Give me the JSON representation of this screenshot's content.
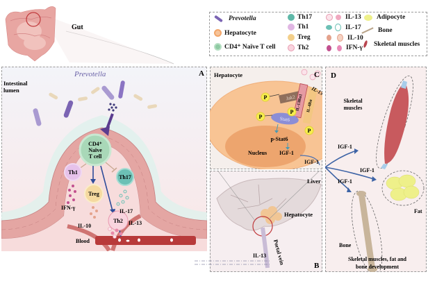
{
  "gut_label": "Gut",
  "legend": {
    "items": [
      {
        "name": "prevotella",
        "label": "Prevotella",
        "color": "#7b64b3",
        "italic": true
      },
      {
        "name": "hepatocyte",
        "label": "Hepatocyte",
        "color": "#f2a66a"
      },
      {
        "name": "cd4-naive",
        "label": "CD4⁺ Naïve T cell",
        "color": "#8fcaa3"
      },
      {
        "name": "th17",
        "label": "Th17",
        "color": "#5fb8a8"
      },
      {
        "name": "th1",
        "label": "Th1",
        "color": "#d9a6dd"
      },
      {
        "name": "treg",
        "label": "Treg",
        "color": "#f3cf8a"
      },
      {
        "name": "th2",
        "label": "Th2",
        "color": "#f4b7c7"
      },
      {
        "name": "il13",
        "label": "IL-13",
        "color": "#f0a8c0"
      },
      {
        "name": "il17",
        "label": "IL-17",
        "color": "#6cc0b5"
      },
      {
        "name": "il10",
        "label": "IL-10",
        "color": "#e4a28c"
      },
      {
        "name": "ifng",
        "label": "IFN-γ",
        "color": "#c2508f"
      },
      {
        "name": "adipocyte",
        "label": "Adipocyte",
        "color": "#eef08a"
      },
      {
        "name": "bone",
        "label": "Bone",
        "color": "#b9a48a"
      },
      {
        "name": "skeletal",
        "label": "Skeletal muscles",
        "color": "#b8454f"
      }
    ]
  },
  "panelA": {
    "letter": "A",
    "lumen_label": "Intestinal\nlumen",
    "lumen_line1": "Intestinal",
    "lumen_line2": "lumen",
    "prevotella_label": "Prevotella",
    "cd4_line1": "CD4⁺",
    "cd4_line2": "Naïve",
    "cd4_line3": "T cell",
    "th1": "Th1",
    "treg": "Treg",
    "th17": "Th17",
    "th2": "Th2",
    "ifng": "IFN-γ",
    "il10": "IL-10",
    "il17": "IL-17",
    "il13": "IL-13",
    "blood": "Blood"
  },
  "panelB": {
    "letter": "B",
    "liver": "Liver",
    "hepatocyte": "Hepatocyte",
    "portal_vein": "Portal vein",
    "il13": "IL-13"
  },
  "panelC": {
    "letter": "C",
    "title": "Hepatocyte",
    "jak2": "Jak2",
    "il13ra1": "IL-13Rα1",
    "il4ra": "IL-4Rα",
    "il13": "IL-13",
    "stat6": "Stat6",
    "pstat6": "p-Stat6",
    "nucleus": "Nucleus",
    "igf1_inner": "IGF-1",
    "igf1_out": "IGF-1",
    "p": "P"
  },
  "panelD": {
    "letter": "D",
    "skeletal": "Skeletal\nmuscles",
    "skeletal_line1": "Skeletal",
    "skeletal_line2": "muscles",
    "igf1_a": "IGF-1",
    "igf1_b": "IGF-1",
    "igf1_c": "IGF-1",
    "fat": "Fat",
    "bone": "Bone",
    "caption_line1": "Skeletal muscles, fat and",
    "caption_line2": "bone development"
  }
}
